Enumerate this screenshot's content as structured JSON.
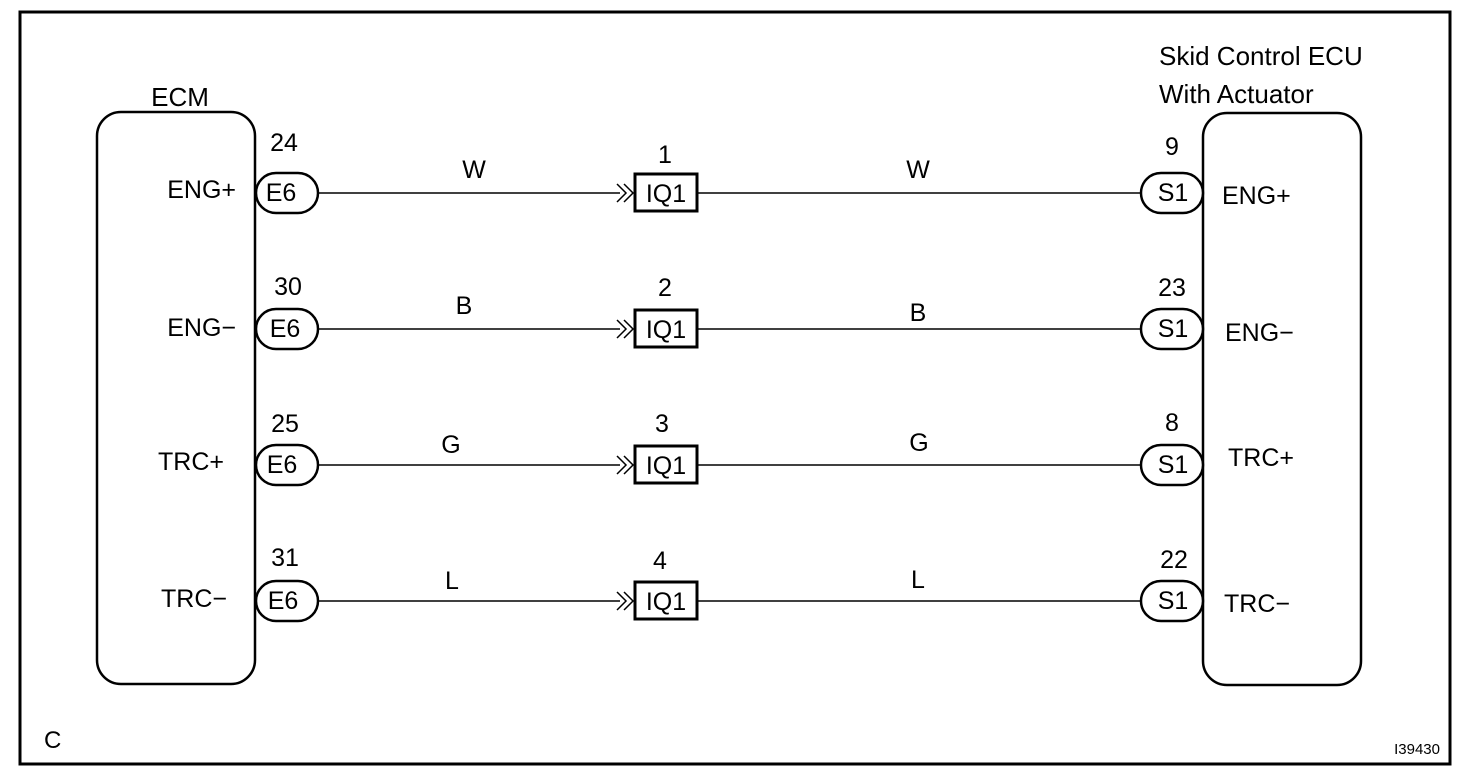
{
  "frame_letter": "C",
  "figure_code": "I39430",
  "ecm": {
    "title": "ECM"
  },
  "skid_ecu": {
    "title_line1": "Skid Control ECU",
    "title_line2": "With Actuator"
  },
  "rows": [
    {
      "ecm_signal": "ENG+",
      "ecm_pin": "24",
      "ecm_connector": "E6",
      "wire_left": "W",
      "junction_pin": "1",
      "junction": "IQ1",
      "wire_right": "W",
      "skid_pin": "9",
      "skid_connector": "S1",
      "skid_signal": "ENG+"
    },
    {
      "ecm_signal": "ENG−",
      "ecm_pin": "30",
      "ecm_connector": "E6",
      "wire_left": "B",
      "junction_pin": "2",
      "junction": "IQ1",
      "wire_right": "B",
      "skid_pin": "23",
      "skid_connector": "S1",
      "skid_signal": "ENG−"
    },
    {
      "ecm_signal": "TRC+",
      "ecm_pin": "25",
      "ecm_connector": "E6",
      "wire_left": "G",
      "junction_pin": "3",
      "junction": "IQ1",
      "wire_right": "G",
      "skid_pin": "8",
      "skid_connector": "S1",
      "skid_signal": "TRC+"
    },
    {
      "ecm_signal": "TRC−",
      "ecm_pin": "31",
      "ecm_connector": "E6",
      "wire_left": "L",
      "junction_pin": "4",
      "junction": "IQ1",
      "wire_right": "L",
      "skid_pin": "22",
      "skid_connector": "S1",
      "skid_signal": "TRC−"
    }
  ]
}
